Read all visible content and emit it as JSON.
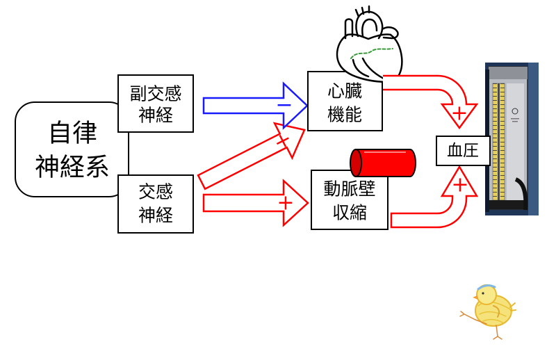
{
  "diagram": {
    "autonomic_nervous_system": {
      "line1": "自律",
      "line2": "神経系"
    },
    "parasympathetic_nerve": {
      "line1": "副交感",
      "line2": "神経"
    },
    "sympathetic_nerve": {
      "line1": "交感",
      "line2": "神経"
    },
    "cardiac_function": {
      "line1": "心臓",
      "line2": "機能"
    },
    "arterial_wall_contraction": {
      "line1": "動脈壁",
      "line2": "収縮"
    },
    "blood_pressure": {
      "label": "血圧"
    },
    "edges": {
      "parasympathetic_to_cardiac": {
        "sign": "−"
      },
      "sympathetic_to_cardiac": {
        "sign": "+"
      },
      "sympathetic_to_arterial": {
        "sign": "+"
      },
      "cardiac_to_blood_pressure": {
        "sign": "+"
      },
      "arterial_to_blood_pressure": {
        "sign": "+"
      }
    }
  },
  "illustrations": {
    "heart": "heart-icon",
    "artery": "artery-cylinder-icon",
    "manometer": "sphygmomanometer-icon",
    "chick": "chick-icon"
  },
  "colors": {
    "inhibit": "#1a1aff",
    "excite": "#ff0000",
    "artery": "#ff0000",
    "heart_marker": "#3a9a3a",
    "outline": "#000000"
  }
}
